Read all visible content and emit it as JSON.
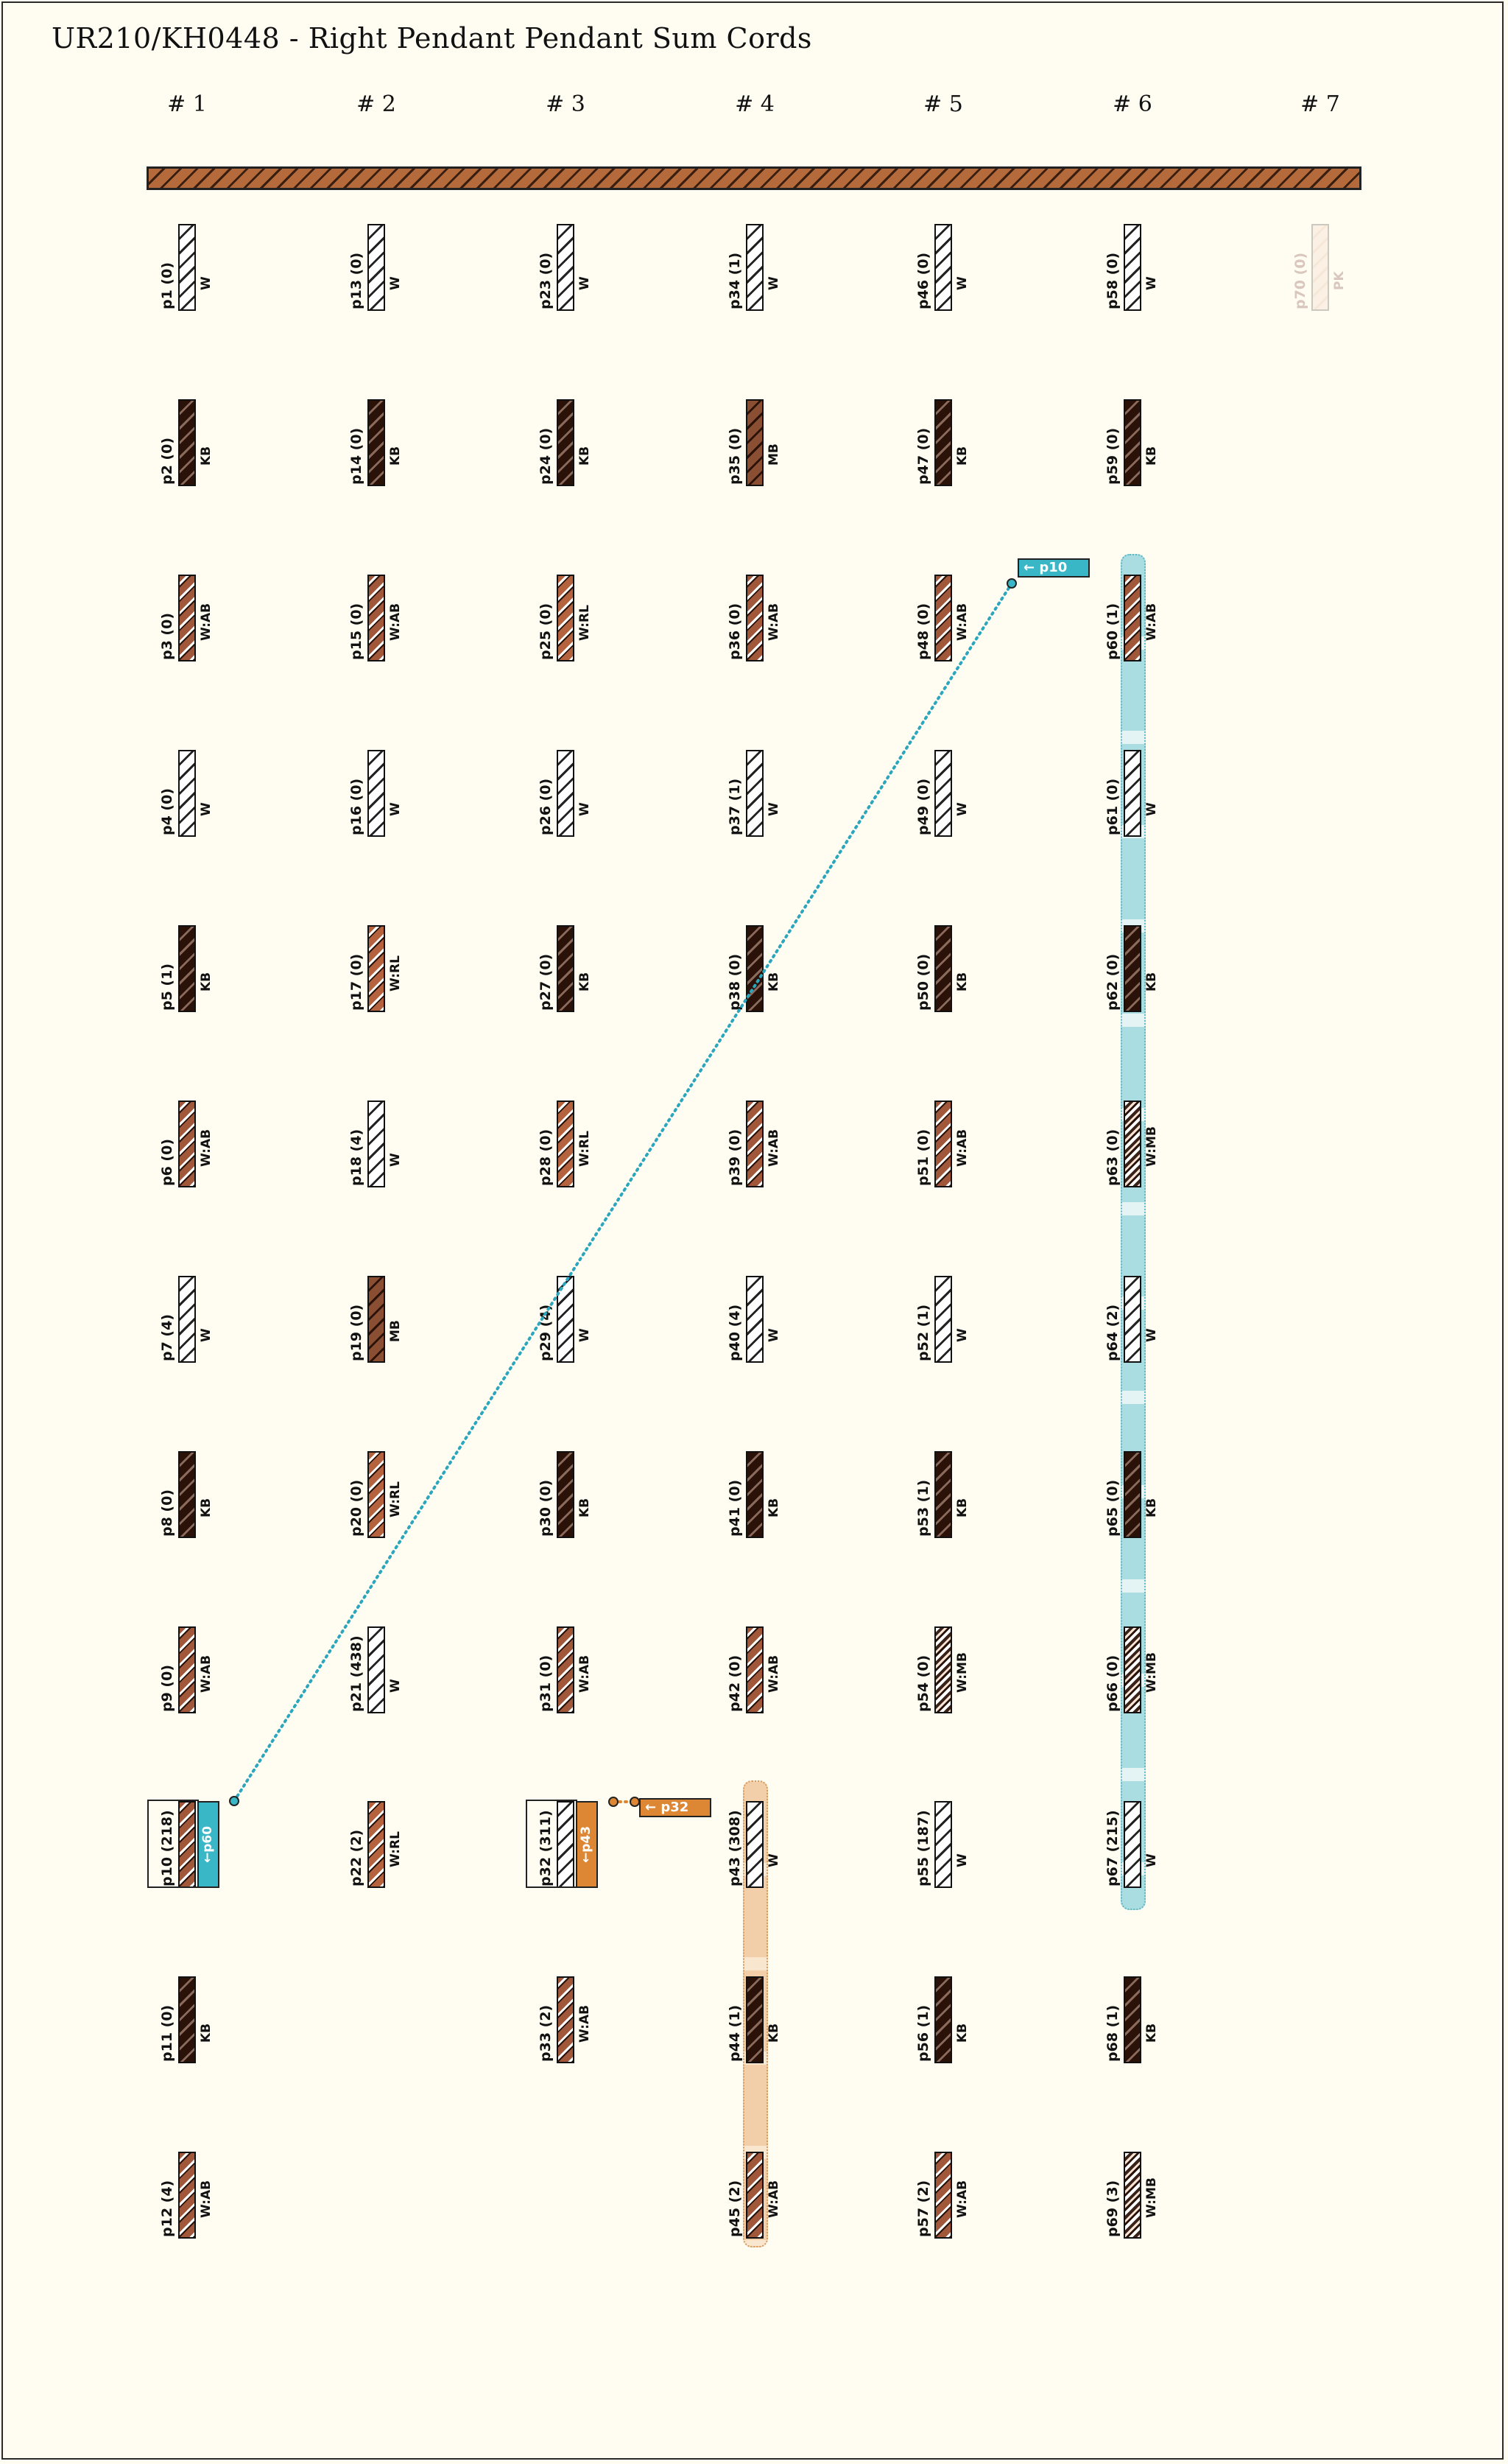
{
  "title": "UR210/KH0448 - Right Pendant Pendant Sum Cords",
  "colors": {
    "white": "#ffffff",
    "black": "#2a1209",
    "moderate_brown": "#8a4e33",
    "rust": "#b5633e",
    "ab_brown": "#a0573a",
    "primary_cord": "#a85a32",
    "cyan_tag": "#3ab7c7",
    "cyan_track": "#aadde2",
    "orange_tag": "#dd8734",
    "orange_track": "#f3cfa9"
  },
  "columns": [
    {
      "label": "# 1",
      "pendants": [
        {
          "label": "p1 (0)",
          "color": "W"
        },
        {
          "label": "p2 (0)",
          "color": "KB"
        },
        {
          "label": "p3 (0)",
          "color": "W:AB"
        },
        {
          "label": "p4 (0)",
          "color": "W"
        },
        {
          "label": "p5 (1)",
          "color": "KB"
        },
        {
          "label": "p6 (0)",
          "color": "W:AB"
        },
        {
          "label": "p7 (4)",
          "color": "W"
        },
        {
          "label": "p8 (0)",
          "color": "KB"
        },
        {
          "label": "p9 (0)",
          "color": "W:AB"
        },
        {
          "label": "p10 (218)",
          "color": "W:AB"
        },
        {
          "label": "p11 (0)",
          "color": "KB"
        },
        {
          "label": "p12 (4)",
          "color": "W:AB"
        }
      ]
    },
    {
      "label": "# 2",
      "pendants": [
        {
          "label": "p13 (0)",
          "color": "W"
        },
        {
          "label": "p14 (0)",
          "color": "KB"
        },
        {
          "label": "p15 (0)",
          "color": "W:AB"
        },
        {
          "label": "p16 (0)",
          "color": "W"
        },
        {
          "label": "p17 (0)",
          "color": "W:RL"
        },
        {
          "label": "p18 (4)",
          "color": "W"
        },
        {
          "label": "p19 (0)",
          "color": "MB"
        },
        {
          "label": "p20 (0)",
          "color": "W:RL"
        },
        {
          "label": "p21 (438)",
          "color": "W"
        },
        {
          "label": "p22 (2)",
          "color": "W:RL"
        }
      ]
    },
    {
      "label": "# 3",
      "pendants": [
        {
          "label": "p23 (0)",
          "color": "W"
        },
        {
          "label": "p24 (0)",
          "color": "KB"
        },
        {
          "label": "p25 (0)",
          "color": "W:RL"
        },
        {
          "label": "p26 (0)",
          "color": "W"
        },
        {
          "label": "p27 (0)",
          "color": "KB"
        },
        {
          "label": "p28 (0)",
          "color": "W:RL"
        },
        {
          "label": "p29 (4)",
          "color": "W"
        },
        {
          "label": "p30 (0)",
          "color": "KB"
        },
        {
          "label": "p31 (0)",
          "color": "W:AB"
        },
        {
          "label": "p32 (311)",
          "color": "W"
        },
        {
          "label": "p33 (2)",
          "color": "W:AB"
        }
      ]
    },
    {
      "label": "# 4",
      "pendants": [
        {
          "label": "p34 (1)",
          "color": "W"
        },
        {
          "label": "p35 (0)",
          "color": "MB"
        },
        {
          "label": "p36 (0)",
          "color": "W:AB"
        },
        {
          "label": "p37 (1)",
          "color": "W"
        },
        {
          "label": "p38 (0)",
          "color": "KB"
        },
        {
          "label": "p39 (0)",
          "color": "W:AB"
        },
        {
          "label": "p40 (4)",
          "color": "W"
        },
        {
          "label": "p41 (0)",
          "color": "KB"
        },
        {
          "label": "p42 (0)",
          "color": "W:AB"
        },
        {
          "label": "p43 (308)",
          "color": "W"
        },
        {
          "label": "p44 (1)",
          "color": "KB"
        },
        {
          "label": "p45 (2)",
          "color": "W:AB"
        }
      ]
    },
    {
      "label": "# 5",
      "pendants": [
        {
          "label": "p46 (0)",
          "color": "W"
        },
        {
          "label": "p47 (0)",
          "color": "KB"
        },
        {
          "label": "p48 (0)",
          "color": "W:AB"
        },
        {
          "label": "p49 (0)",
          "color": "W"
        },
        {
          "label": "p50 (0)",
          "color": "KB"
        },
        {
          "label": "p51 (0)",
          "color": "W:AB"
        },
        {
          "label": "p52 (1)",
          "color": "W"
        },
        {
          "label": "p53 (1)",
          "color": "KB"
        },
        {
          "label": "p54 (0)",
          "color": "W:MB"
        },
        {
          "label": "p55 (187)",
          "color": "W"
        },
        {
          "label": "p56 (1)",
          "color": "KB"
        },
        {
          "label": "p57 (2)",
          "color": "W:AB"
        }
      ]
    },
    {
      "label": "# 6",
      "pendants": [
        {
          "label": "p58 (0)",
          "color": "W"
        },
        {
          "label": "p59 (0)",
          "color": "KB"
        },
        {
          "label": "p60 (1)",
          "color": "W:AB"
        },
        {
          "label": "p61 (0)",
          "color": "W"
        },
        {
          "label": "p62 (0)",
          "color": "KB"
        },
        {
          "label": "p63 (0)",
          "color": "W:MB"
        },
        {
          "label": "p64 (2)",
          "color": "W"
        },
        {
          "label": "p65 (0)",
          "color": "KB"
        },
        {
          "label": "p66 (0)",
          "color": "W:MB"
        },
        {
          "label": "p67 (215)",
          "color": "W"
        },
        {
          "label": "p68 (1)",
          "color": "KB"
        },
        {
          "label": "p69 (3)",
          "color": "W:MB"
        }
      ]
    },
    {
      "label": "# 7",
      "pendants": [
        {
          "label": "p70 (0)",
          "color": "PK",
          "faded": true
        }
      ]
    }
  ],
  "sum_links": [
    {
      "name": "p10",
      "tag": "← p10",
      "ghost": "←p60"
    },
    {
      "name": "p32",
      "tag": "← p32",
      "ghost": "←p43"
    }
  ]
}
